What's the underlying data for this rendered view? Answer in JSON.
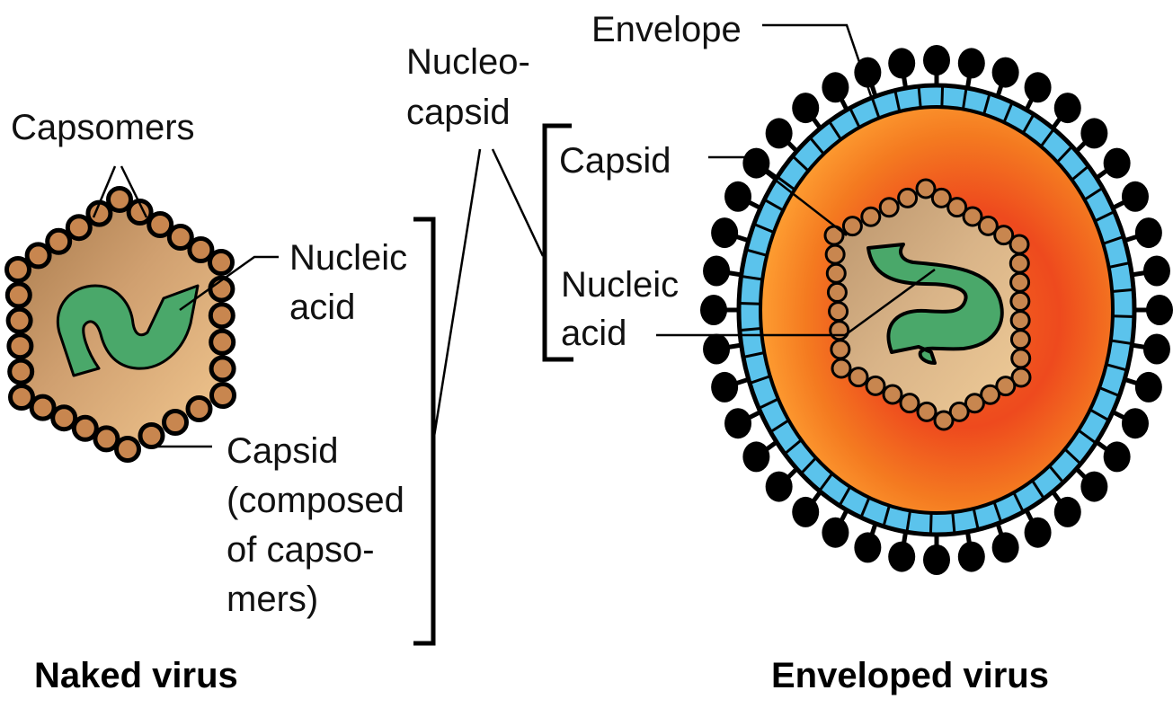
{
  "naked_virus": {
    "title": "Naked virus",
    "labels": {
      "capsomers": "Capsomers",
      "nucleic_acid_line1": "Nucleic",
      "nucleic_acid_line2": "acid",
      "capsid_line1": "Capsid",
      "capsid_line2": "(composed",
      "capsid_line3": "of capso-",
      "capsid_line4": "mers)"
    }
  },
  "nucleocapsid": {
    "line1": "Nucleo-",
    "line2": "capsid",
    "capsid": "Capsid",
    "nucleic_line1": "Nucleic",
    "nucleic_line2": "acid"
  },
  "enveloped_virus": {
    "title": "Enveloped virus",
    "labels": {
      "envelope": "Envelope"
    }
  },
  "colors": {
    "capsomer": "#c8864f",
    "capsid_interior": "#d9ae7c",
    "nucleic_acid": "#4aa86a",
    "envelope_membrane": "#5bc3ec",
    "envelope_interior_outer": "#f0501e",
    "envelope_interior_inner": "#ffa030",
    "spike": "#000000"
  }
}
